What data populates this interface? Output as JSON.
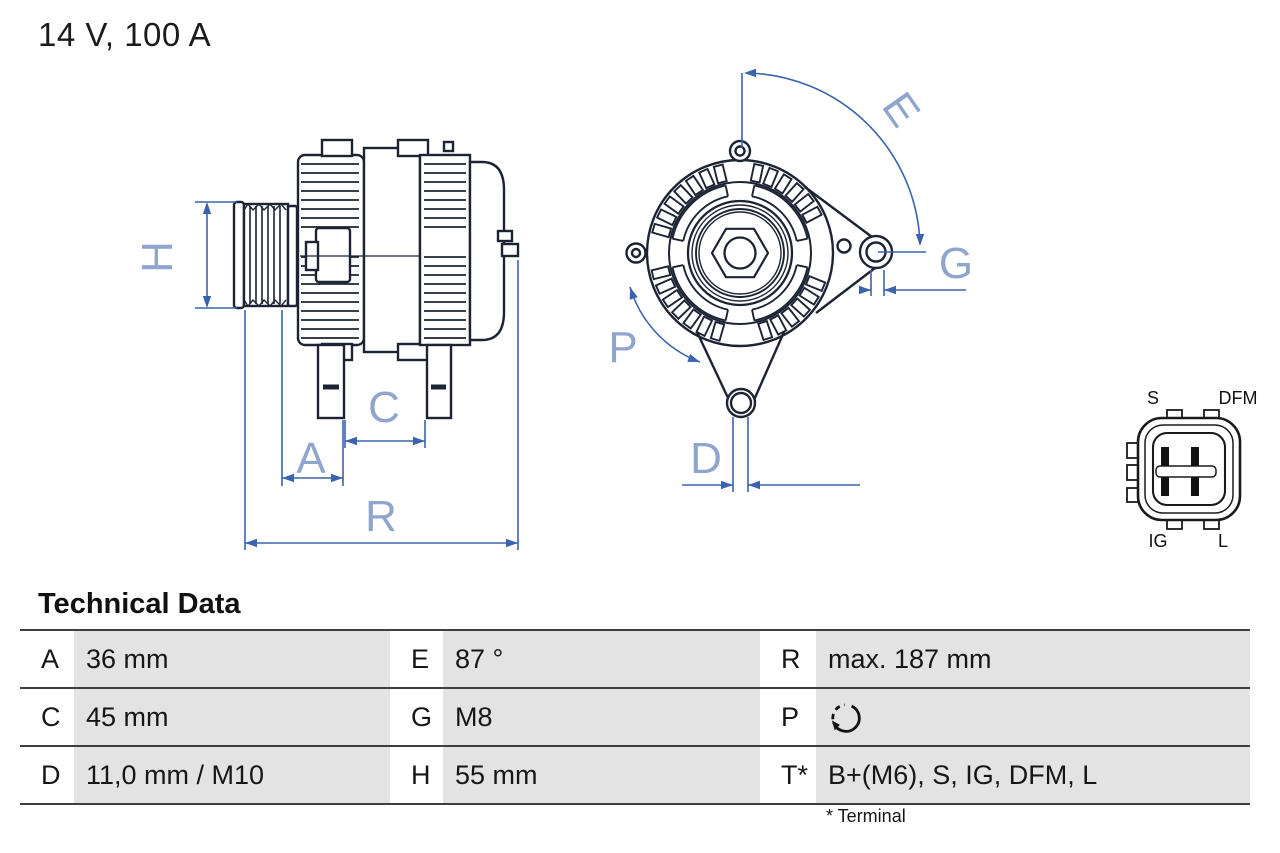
{
  "title": "14 V, 100 A",
  "diagram": {
    "side_view": {
      "labels": {
        "h": "H",
        "a": "A",
        "c": "C",
        "r": "R"
      }
    },
    "front_view": {
      "labels": {
        "e": "E",
        "g": "G",
        "p": "P",
        "d": "D"
      }
    },
    "connector": {
      "labels": {
        "top_left": "S",
        "top_right": "DFM",
        "bottom_left": "IG",
        "bottom_right": "L"
      }
    }
  },
  "technical_data": {
    "heading": "Technical Data",
    "rows": [
      {
        "c1": {
          "label": "A",
          "value": "36 mm"
        },
        "c2": {
          "label": "E",
          "value": "87 °"
        },
        "c3": {
          "label": "R",
          "value": "max. 187 mm"
        }
      },
      {
        "c1": {
          "label": "C",
          "value": "45 mm"
        },
        "c2": {
          "label": "G",
          "value": "M8"
        },
        "c3": {
          "label": "P",
          "value": "",
          "icon": "rotation-direction"
        }
      },
      {
        "c1": {
          "label": "D",
          "value": "11,0 mm / M10"
        },
        "c2": {
          "label": "H",
          "value": "55 mm"
        },
        "c3": {
          "label": "T*",
          "value": "B+(M6), S, IG, DFM, L"
        }
      }
    ],
    "footnote": "* Terminal"
  },
  "colors": {
    "drawing_line": "#1c2433",
    "dimension_line": "#3a63ad",
    "dimension_label": "#8fa5cd",
    "table_cell_bg": "#e3e3e3"
  }
}
